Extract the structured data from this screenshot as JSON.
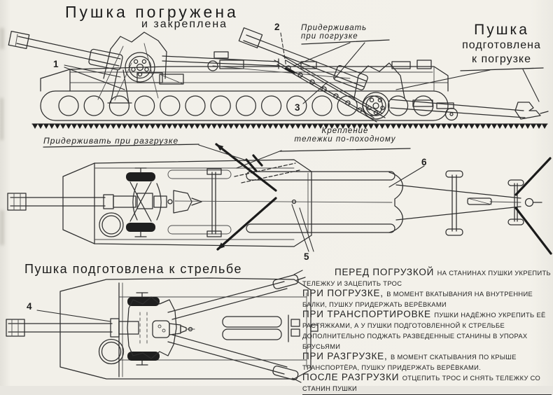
{
  "page": {
    "paper_color": "#f3f1ea",
    "ink_color": "#2e2e2e"
  },
  "fig_loaded": {
    "title_line1": "Пушка погружена",
    "title_line2": "и закреплена",
    "label_hold_line1": "Придерживать",
    "label_hold_line2": "при погрузке",
    "label_prepared_line1": "Пушка",
    "label_prepared_line2": "подготовлена",
    "label_prepared_line3": "к погрузке",
    "callout_1": "1",
    "callout_2": "2",
    "callout_3": "3"
  },
  "fig_travel": {
    "label_hold_unload": "Придерживать при разгрузке",
    "label_mount_line1": "Крепление",
    "label_mount_line2": "тележки по-походному",
    "callout_5": "5",
    "callout_6": "6"
  },
  "fig_firing": {
    "title": "Пушка подготовлена к стрельбе",
    "callout_4": "4"
  },
  "instructions": [
    {
      "lead": "ПЕРЕД ПОГРУЗКОЙ",
      "rest": "НА СТАНИНАХ ПУШКИ УКРЕПИТЬ ТЕЛЕЖКУ И ЗАЦЕПИТЬ ТРОС"
    },
    {
      "lead": "ПРИ ПОГРУЗКЕ,",
      "rest": "В МОМЕНТ ВКАТЫВАНИЯ НА ВНУТРЕННИЕ БАЛКИ, ПУШКУ ПРИДЕРЖАТЬ ВЕРЁВКАМИ"
    },
    {
      "lead": "ПРИ ТРАНСПОРТИРОВКЕ",
      "rest": "ПУШКИ НАДЁЖНО УКРЕПИТЬ ЕЁ РАСТЯЖКАМИ, А У ПУШКИ ПОДГОТОВЛЕННОЙ К СТРЕЛЬБЕ ДОПОЛНИТЕЛЬНО ПОДЖАТЬ РАЗВЕДЕННЫЕ СТАНИНЫ В УПОРАХ БРУСЬЯМИ"
    },
    {
      "lead": "ПРИ РАЗГРУЗКЕ,",
      "rest": "В МОМЕНТ СКАТЫВАНИЯ ПО КРЫШЕ ТРАНСПОРТЁРА, ПУШКУ ПРИДЕРЖАТЬ ВЕРЁВКАМИ."
    },
    {
      "lead": "ПОСЛЕ РАЗГРУЗКИ",
      "rest": "ОТЦЕПИТЬ ТРОС И СНЯТЬ ТЕЛЕЖКУ СО СТАНИН ПУШКИ"
    }
  ]
}
